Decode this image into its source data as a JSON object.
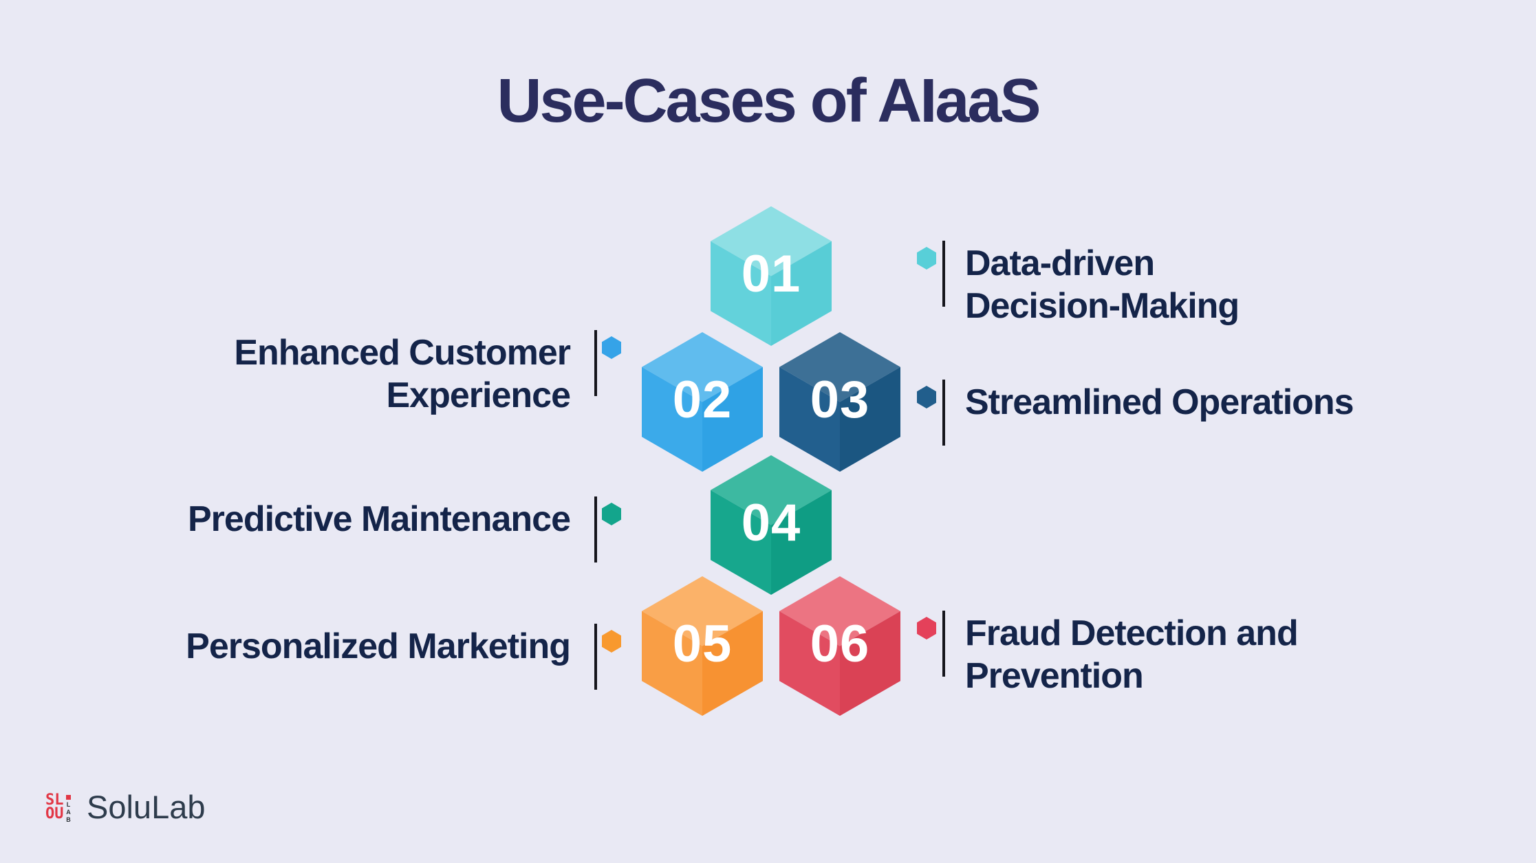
{
  "page": {
    "title": "Use-Cases of AIaaS",
    "background_color": "#e9e9f4",
    "title_color": "#2b2d5e",
    "label_color": "#142449",
    "divider_color": "#15151c",
    "number_color": "#ffffff"
  },
  "items": [
    {
      "number": "01",
      "label": "Data-driven\nDecision-Making",
      "side": "right",
      "face_top": "#8edfe4",
      "face_left": "#63d2db",
      "face_right": "#58cdd6",
      "bullet": "#58cfd8"
    },
    {
      "number": "02",
      "label": "Enhanced Customer\nExperience",
      "side": "left",
      "face_top": "#60bcee",
      "face_left": "#3baaea",
      "face_right": "#2fa2e5",
      "bullet": "#35a3e8"
    },
    {
      "number": "03",
      "label": "Streamlined Operations",
      "side": "right",
      "face_top": "#3d7096",
      "face_left": "#225f8e",
      "face_right": "#1b5681",
      "bullet": "#215e8c"
    },
    {
      "number": "04",
      "label": "Predictive Maintenance",
      "side": "left",
      "face_top": "#3db9a1",
      "face_left": "#17a78d",
      "face_right": "#0f9d84",
      "bullet": "#13a58c"
    },
    {
      "number": "05",
      "label": "Personalized Marketing",
      "side": "left",
      "face_top": "#fbb269",
      "face_left": "#f99e45",
      "face_right": "#f79232",
      "bullet": "#f8992e"
    },
    {
      "number": "06",
      "label": "Fraud Detection and\nPrevention",
      "side": "right",
      "face_top": "#ec7482",
      "face_left": "#e14c60",
      "face_right": "#da4255",
      "bullet": "#e4415a"
    }
  ],
  "logo": {
    "mark_top": "SL",
    "mark_bottom": "OU",
    "mark_side": "LAB",
    "name": "SoluLab",
    "mark_color": "#e23645"
  }
}
